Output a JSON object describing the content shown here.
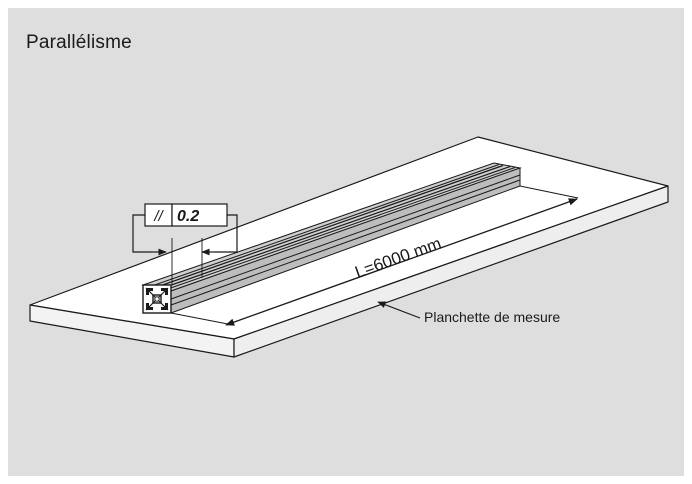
{
  "title": "Parallélisme",
  "tolerance": {
    "symbol": "//",
    "value": "0.2"
  },
  "length_label": "L=6000 mm",
  "callout_label": "Planchette de mesure",
  "colors": {
    "panel": "#dedede",
    "plate_top": "#ffffff",
    "plate_side": "#f2f2f2",
    "profile_top": "#c9c9c9",
    "line": "#1a1a1a"
  }
}
